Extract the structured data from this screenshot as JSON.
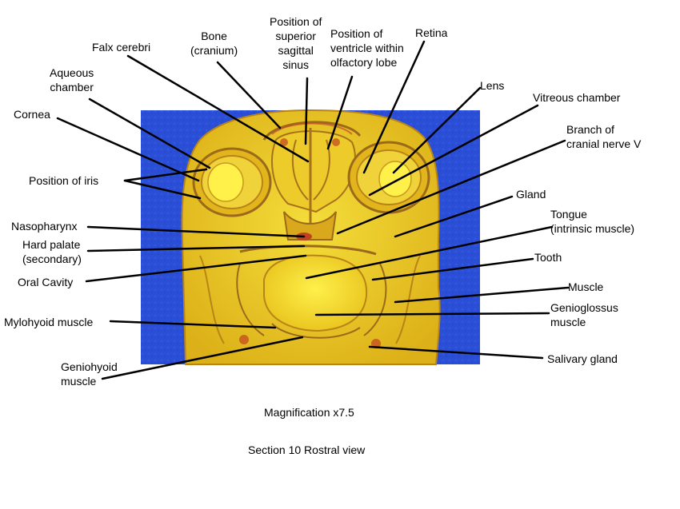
{
  "labels": {
    "cornea": "Cornea",
    "aqueous_chamber": "Aqueous\nchamber",
    "falx_cerebri": "Falx cerebri",
    "bone_cranium": "Bone\n(cranium)",
    "superior_sagittal_sinus": "Position of\nsuperior\nsagittal\nsinus",
    "ventricle_olfactory_lobe": "Position of\nventricle within\nolfactory lobe",
    "retina": "Retina",
    "lens": "Lens",
    "vitreous_chamber": "Vitreous chamber",
    "cranial_nerve_v": "Branch of\ncranial nerve V",
    "gland": "Gland",
    "tongue": "Tongue\n(intrinsic muscle)",
    "tooth": "Tooth",
    "muscle": "Muscle",
    "genioglossus": "Genioglossus\nmuscle",
    "salivary_gland": "Salivary gland",
    "iris": "Position of iris",
    "nasopharynx": "Nasopharynx",
    "hard_palate": "Hard palate\n(secondary)",
    "oral_cavity": "Oral Cavity",
    "mylohyoid": "Mylohyoid muscle",
    "geniohyoid": "Geniohyoid\nmuscle"
  },
  "captions": {
    "magnification": "Magnification x7.5",
    "section": "Section 10 Rostral view"
  },
  "colors": {
    "background_panel": "#2a4fd6",
    "tissue": "#e8c21c",
    "tissue_light": "#f4dd3a",
    "tissue_dark": "#9a6a1a",
    "lens": "#fff04a",
    "leader": "#000000"
  }
}
